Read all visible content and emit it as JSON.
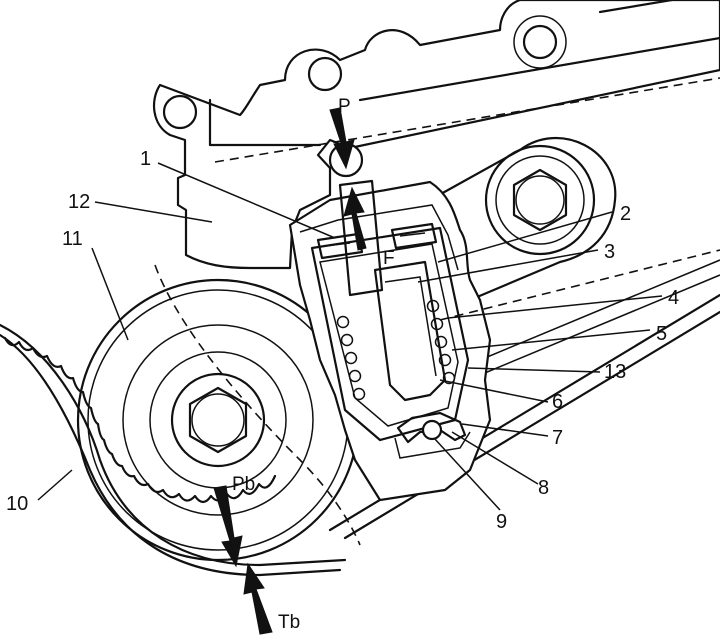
{
  "figure": {
    "callouts": [
      {
        "id": "1",
        "text": "1"
      },
      {
        "id": "2",
        "text": "2"
      },
      {
        "id": "3",
        "text": "3"
      },
      {
        "id": "4",
        "text": "4"
      },
      {
        "id": "5",
        "text": "5"
      },
      {
        "id": "6",
        "text": "6"
      },
      {
        "id": "7",
        "text": "7"
      },
      {
        "id": "8",
        "text": "8"
      },
      {
        "id": "9",
        "text": "9"
      },
      {
        "id": "10",
        "text": "10"
      },
      {
        "id": "11",
        "text": "11"
      },
      {
        "id": "12",
        "text": "12"
      },
      {
        "id": "13",
        "text": "13"
      }
    ],
    "forces": {
      "P": "P",
      "F": "F",
      "Pb": "Pb",
      "Tb": "Tb"
    },
    "colors": {
      "line": "#111111",
      "background": "#ffffff"
    }
  }
}
